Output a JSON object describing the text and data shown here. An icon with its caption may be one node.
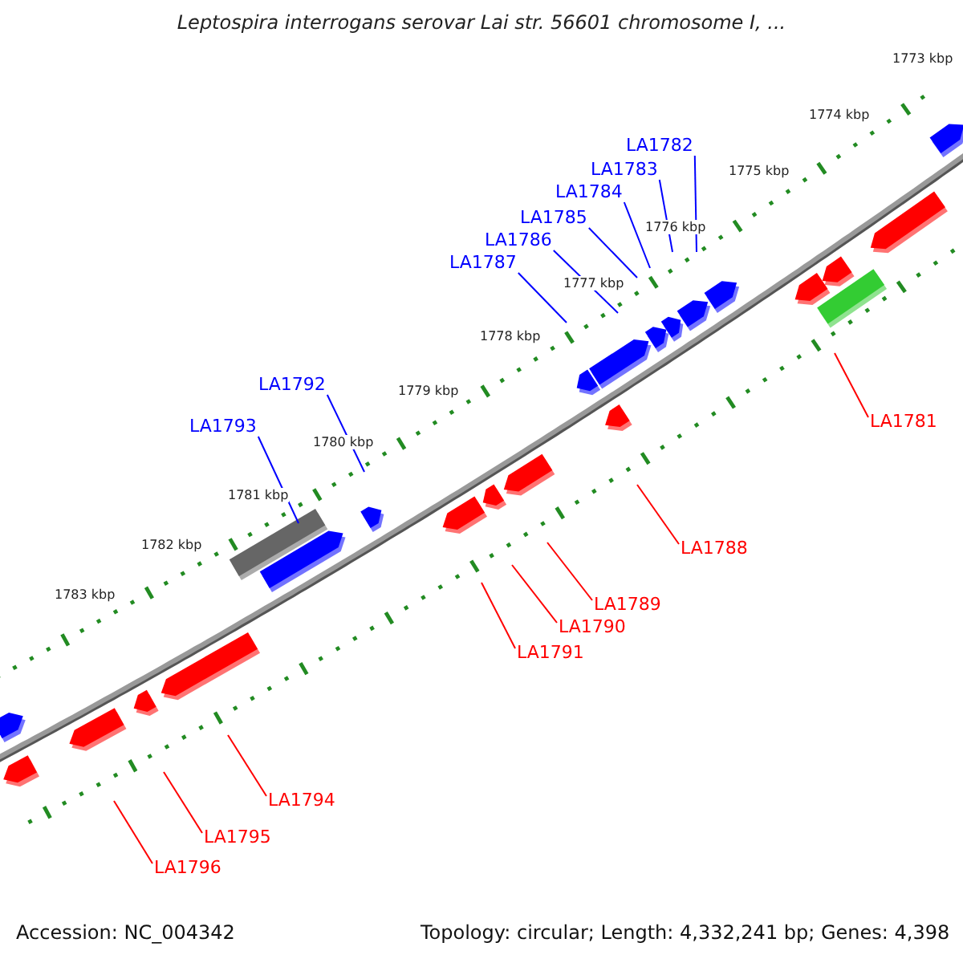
{
  "diagram": {
    "title": "Leptospira interrogans serovar Lai str. 56601 chromosome I, ...",
    "nodes": [
      {
        "text": [
          "LA1782"
        ]
      },
      {
        "text": [
          "LA1783"
        ]
      },
      {
        "text": [
          "LA1784"
        ]
      },
      {
        "text": [
          "LA1785"
        ]
      },
      {
        "text": [
          "LA1786"
        ]
      },
      {
        "text": [
          "LA1787"
        ]
      },
      {
        "text": [
          "LA1792"
        ]
      },
      {
        "text": [
          "LA1781"
        ]
      },
      {
        "text": [
          "LA1793"
        ]
      },
      {
        "text": [
          "LA1788"
        ]
      },
      {
        "text": [
          "LA1789"
        ]
      },
      {
        "text": [
          "LA1790"
        ]
      },
      {
        "text": [
          "LA1791"
        ]
      },
      {
        "text": [
          "LA1794"
        ]
      },
      {
        "text": [
          "LA1795"
        ]
      },
      {
        "text": [
          "LA1796"
        ]
      }
    ],
    "edges": [
      {
        "from": 0,
        "to": null,
        "arrow": "none",
        "color": "#0000ff"
      },
      {
        "from": 1,
        "to": null,
        "arrow": "none",
        "color": "#0000ff"
      },
      {
        "from": 2,
        "to": null,
        "arrow": "none",
        "color": "#0000ff"
      },
      {
        "from": 3,
        "to": null,
        "arrow": "none",
        "color": "#0000ff"
      },
      {
        "from": 4,
        "to": null,
        "arrow": "none",
        "color": "#0000ff"
      },
      {
        "from": 5,
        "to": null,
        "arrow": "none",
        "color": "#0000ff"
      },
      {
        "from": 6,
        "to": null,
        "arrow": "none",
        "color": "#0000ff"
      },
      {
        "from": 7,
        "to": null,
        "arrow": "none",
        "color": "#ff0000"
      },
      {
        "from": 8,
        "to": null,
        "arrow": "none",
        "color": "#0000ff"
      },
      {
        "from": 9,
        "to": null,
        "arrow": "none",
        "color": "#ff0000"
      },
      {
        "from": 10,
        "to": null,
        "arrow": "none",
        "color": "#ff0000"
      },
      {
        "from": 11,
        "to": null,
        "arrow": "none",
        "color": "#ff0000"
      },
      {
        "from": 12,
        "to": null,
        "arrow": "none",
        "color": "#ff0000"
      },
      {
        "from": 13,
        "to": null,
        "arrow": "none",
        "color": "#ff0000"
      },
      {
        "from": 14,
        "to": null,
        "arrow": "none",
        "color": "#ff0000"
      },
      {
        "from": 15,
        "to": null,
        "arrow": "none",
        "color": "#ff0000"
      }
    ],
    "labels": [
      "1773 kbp",
      "1774 kbp",
      "1775 kbp",
      "1776 kbp",
      "1777 kbp",
      "1778 kbp",
      "1779 kbp",
      "1780 kbp",
      "1781 kbp",
      "1782 kbp",
      "1783 kbp",
      "Accession: NC_004342",
      "Topology: circular; Length: 4,332,241 bp; Genes: 4,398"
    ]
  }
}
